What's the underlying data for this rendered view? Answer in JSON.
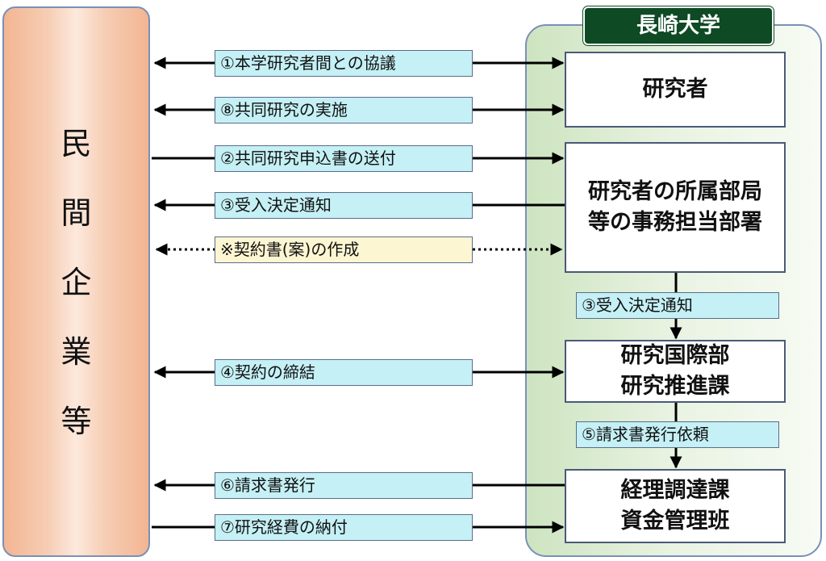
{
  "company": {
    "chars": [
      "民",
      "間",
      "企",
      "業",
      "等"
    ]
  },
  "university": {
    "title": "長崎大学",
    "boxes": {
      "researcher": [
        "研究者"
      ],
      "dept_office": [
        "研究者の所属部局",
        "等の事務担当部署"
      ],
      "research_promotion": [
        "研究国際部",
        "研究推進課"
      ],
      "accounting": [
        "経理調達課",
        "資金管理班"
      ]
    }
  },
  "flows": {
    "f1": "①本学研究者間との協議",
    "f8": "⑧共同研究の実施",
    "f2": "②共同研究申込書の送付",
    "f3": "③受入決定通知",
    "note": "※契約書(案)の作成",
    "f4": "④契約の締結",
    "f6": "⑥請求書発行",
    "f7": "⑦研究経費の納付"
  },
  "internal": {
    "f3": "③受入決定通知",
    "f5": "⑤請求書発行依頼"
  }
}
